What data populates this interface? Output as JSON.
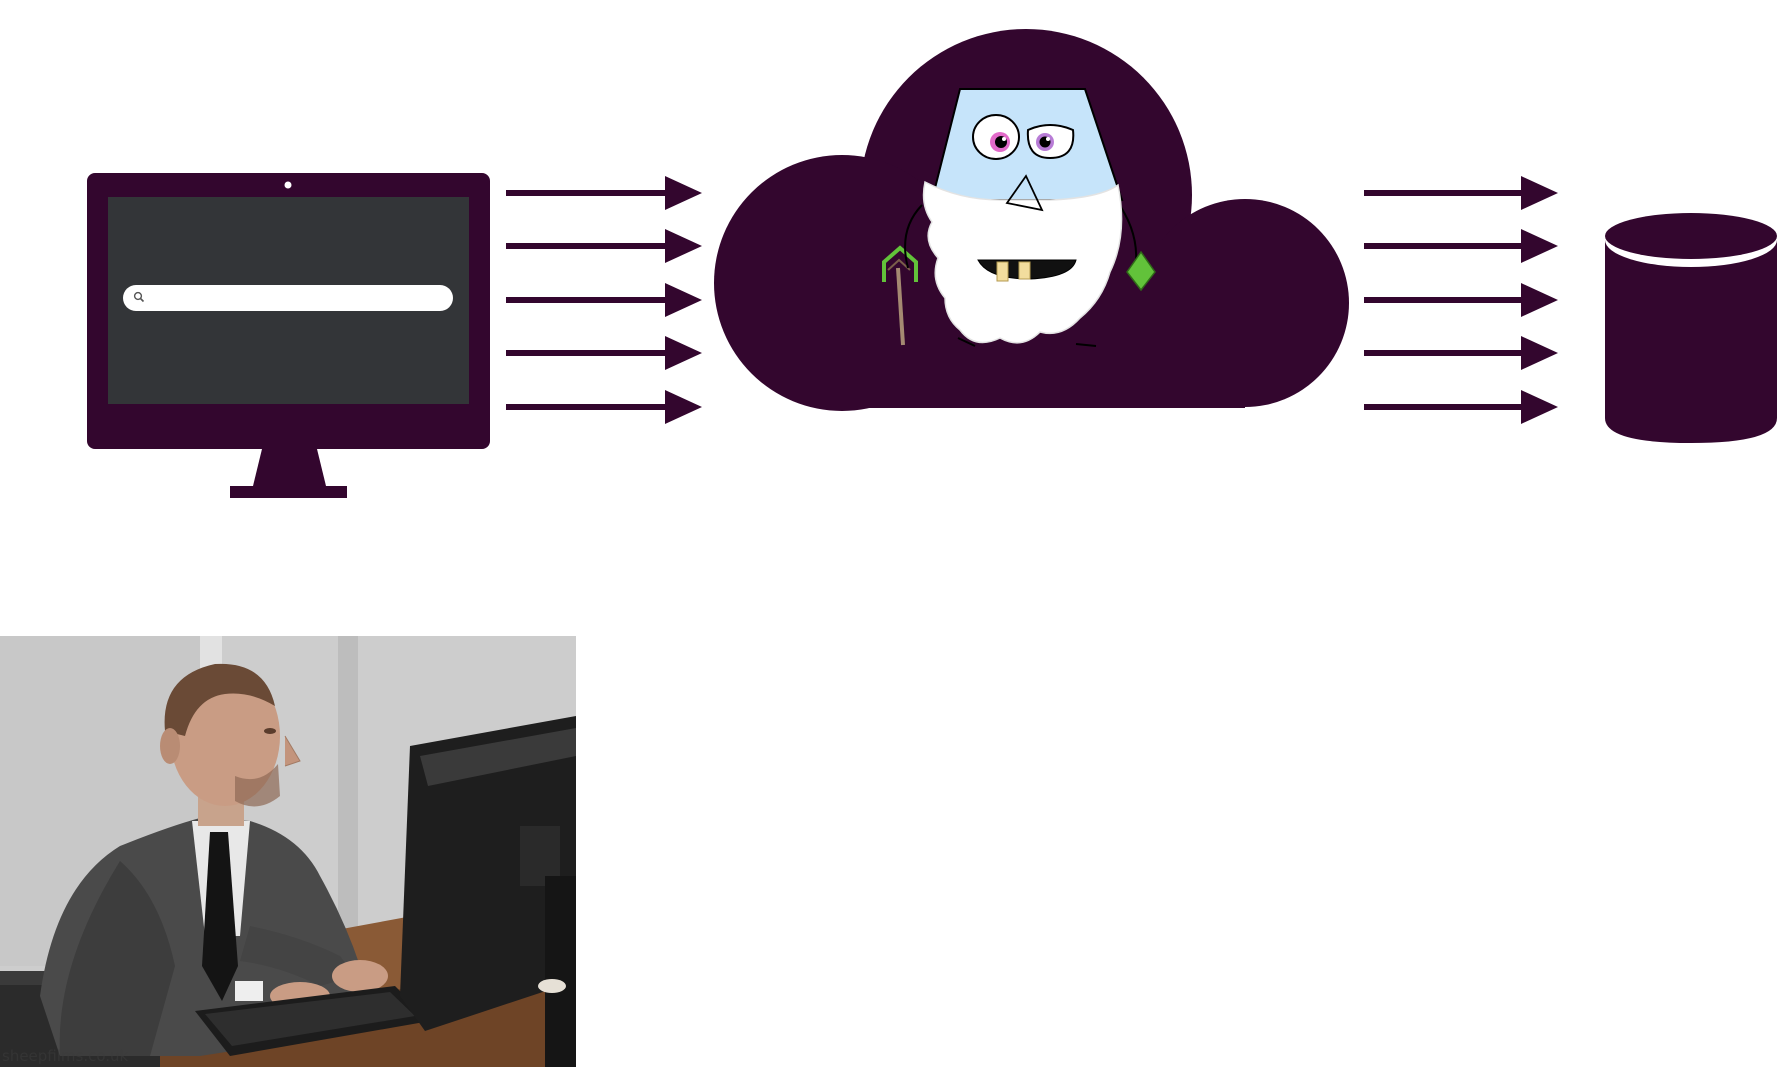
{
  "diagram": {
    "colors": {
      "primary": "#33062e",
      "screen": "#333538",
      "search_bar": "#ffffff",
      "wizard_face": "#c6e4fa",
      "beard": "#ffffff",
      "accent_green": "#62c23a",
      "background": "#ffffff"
    },
    "nodes": [
      {
        "id": "client",
        "icon": "desktop-monitor-icon"
      },
      {
        "id": "server",
        "icon": "cloud-wizard-icon"
      },
      {
        "id": "storage",
        "icon": "database-cylinder-icon"
      }
    ],
    "edges": [
      {
        "from": "client",
        "to": "server",
        "arrow_count": 5
      },
      {
        "from": "server",
        "to": "storage",
        "arrow_count": 5
      }
    ]
  },
  "photo": {
    "subject": "man-typing-at-computer",
    "watermark": "sheepfilms.co.uk"
  }
}
